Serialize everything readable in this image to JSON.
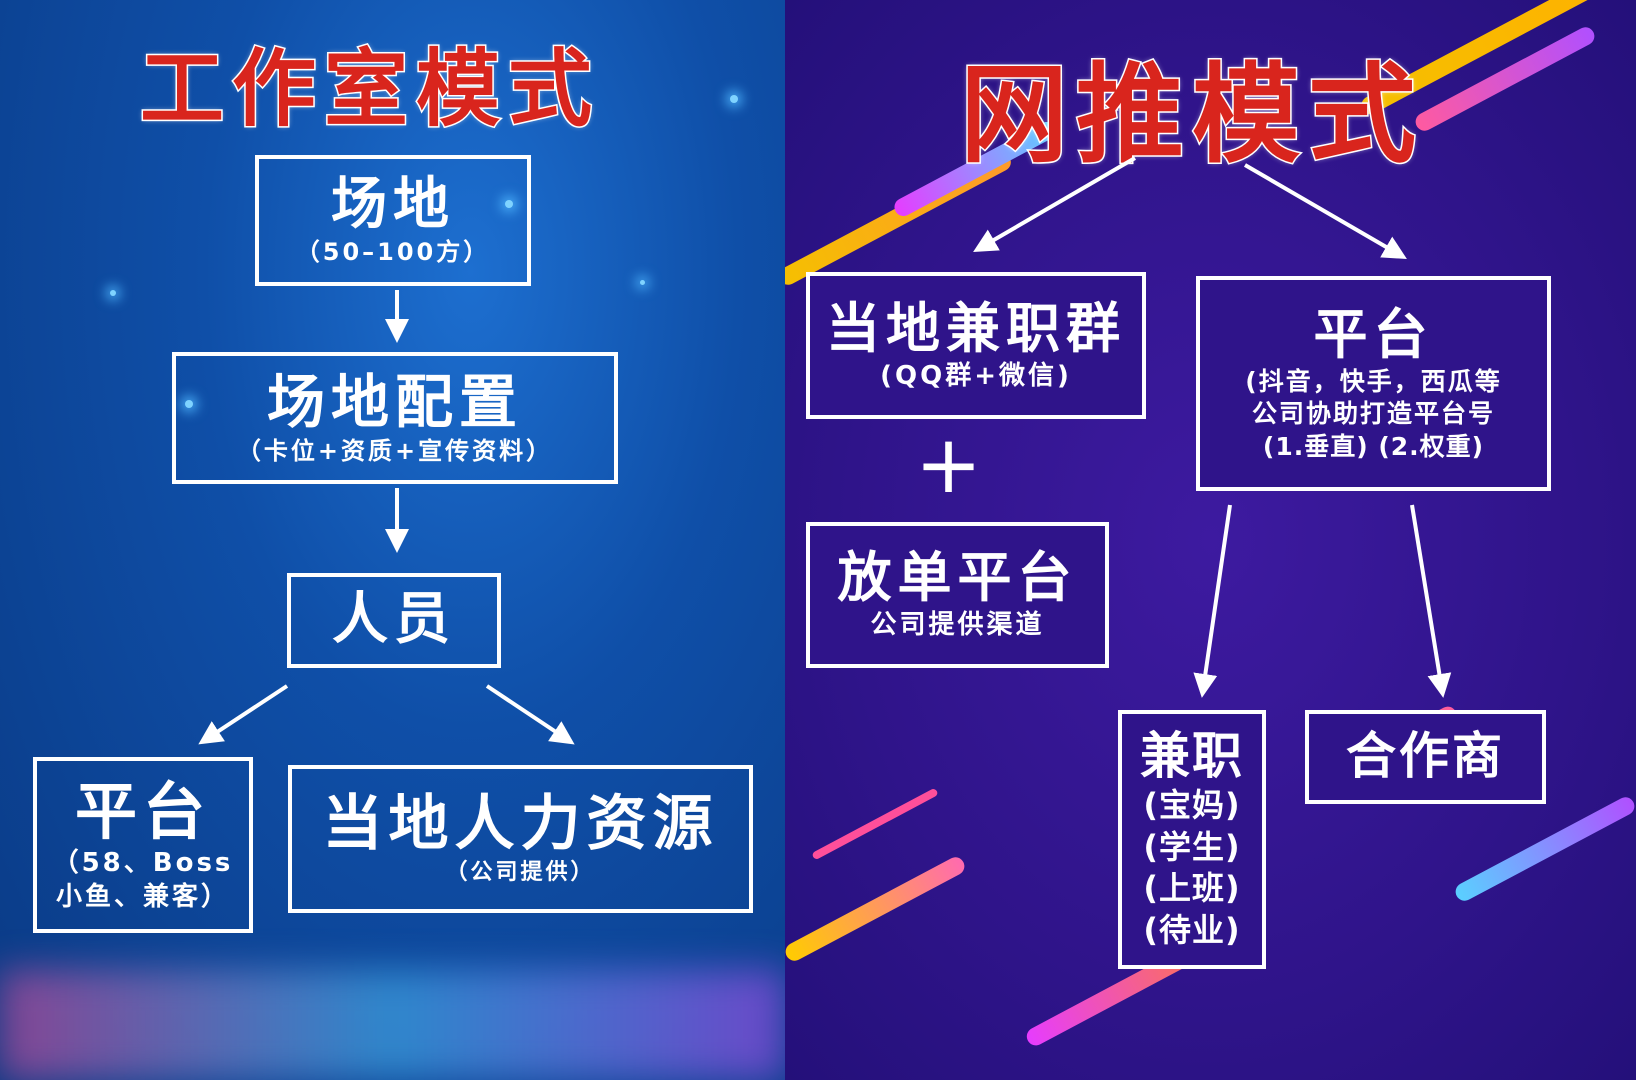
{
  "left": {
    "title": "工作室模式",
    "nodes": {
      "venue": {
        "label": "场地",
        "sub": "（50–100方）"
      },
      "venue_setup": {
        "label": "场地配置",
        "sub": "（卡位+资质+宣传资料）"
      },
      "staff": {
        "label": "人员"
      },
      "platform": {
        "label": "平台",
        "sub1": "（58、Boss",
        "sub2": "小鱼、兼客）"
      },
      "local_hr": {
        "label": "当地人力资源",
        "sub": "（公司提供）"
      }
    }
  },
  "right": {
    "title": "网推模式",
    "nodes": {
      "local_group": {
        "label": "当地兼职群",
        "sub": "(QQ群+微信)"
      },
      "plus": "+",
      "order_platform": {
        "label": "放单平台",
        "sub": "公司提供渠道"
      },
      "platform": {
        "label": "平台",
        "sub1": "(抖音，快手，西瓜等",
        "sub2": "公司协助打造平台号",
        "sub3": "(1.垂直) (2.权重)"
      },
      "parttime": {
        "label": "兼职",
        "items": [
          "(宝妈)",
          "(学生)",
          "(上班)",
          "(待业)"
        ]
      },
      "partner": {
        "label": "合作商"
      }
    }
  },
  "colors": {
    "title_red": "#d9251d",
    "left_bg": "#0f4fa8",
    "right_bg": "#2f148a",
    "box_border": "#ffffff"
  }
}
